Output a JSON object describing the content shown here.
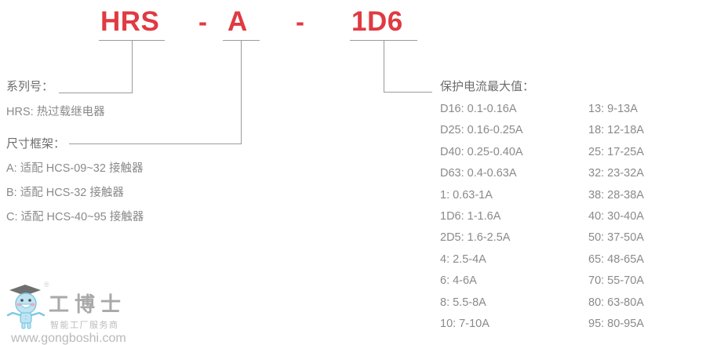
{
  "part_number": {
    "segments": [
      {
        "id": "series",
        "text": "HRS"
      },
      {
        "id": "frame",
        "text": "A"
      },
      {
        "id": "rating",
        "text": "1D6"
      }
    ],
    "separator": "-",
    "accent_color": "#e03a42"
  },
  "series": {
    "heading": "系列号：",
    "description": "HRS: 热过载继电器"
  },
  "frame": {
    "heading": "尺寸框架：",
    "options": [
      "A: 适配 HCS-09~32 接触器",
      "B: 适配 HCS-32 接触器",
      "C: 适配 HCS-40~95 接触器"
    ]
  },
  "rating": {
    "heading": "保护电流最大值：",
    "column_left": [
      "D16: 0.1-0.16A",
      "D25: 0.16-0.25A",
      "D40: 0.25-0.40A",
      "D63: 0.4-0.63A",
      "1: 0.63-1A",
      "1D6: 1-1.6A",
      "2D5: 1.6-2.5A",
      "4: 2.5-4A",
      "6: 4-6A",
      "8: 5.5-8A",
      "10: 7-10A"
    ],
    "column_right": [
      "13: 9-13A",
      "18: 12-18A",
      "25: 17-25A",
      "32: 23-32A",
      "38: 28-38A",
      "40: 30-40A",
      "50: 37-50A",
      "65: 48-65A",
      "70: 55-70A",
      "80: 63-80A",
      "95: 80-95A"
    ]
  },
  "watermark": {
    "brand": "工博士",
    "tagline": "智能工厂服务商",
    "url": "www.gongboshi.com",
    "registered_mark": "®",
    "color": "#b0b0b0"
  }
}
